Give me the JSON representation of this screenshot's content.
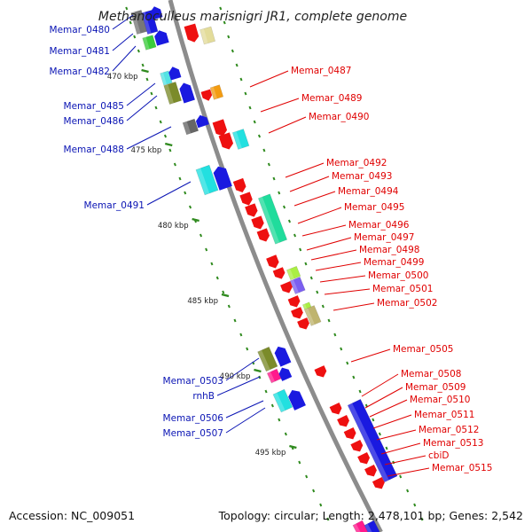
{
  "title": "Methanoculleus marisnigri JR1, complete genome",
  "accession": "Accession: NC_009051",
  "summary": "Topology: circular; Length: 2,478,101 bp; Genes: 2,542",
  "colors": {
    "left_label": "#0a14b4",
    "right_label": "#e00000",
    "backbone": "#8c8c8c",
    "tick": "#2f8a1e"
  },
  "kbp_marks": [
    "470 kbp",
    "475 kbp",
    "480 kbp",
    "485 kbp",
    "490 kbp",
    "495 kbp"
  ],
  "left_labels": [
    "Memar_0480",
    "Memar_0481",
    "Memar_0482",
    "Memar_0485",
    "Memar_0486",
    "Memar_0488",
    "Memar_0491",
    "Memar_0503",
    "rnhB",
    "Memar_0506",
    "Memar_0507"
  ],
  "right_labels": [
    "Memar_0487",
    "Memar_0489",
    "Memar_0490",
    "Memar_0492",
    "Memar_0493",
    "Memar_0494",
    "Memar_0495",
    "Memar_0496",
    "Memar_0497",
    "Memar_0498",
    "Memar_0499",
    "Memar_0500",
    "Memar_0501",
    "Memar_0502",
    "Memar_0505",
    "Memar_0508",
    "Memar_0509",
    "Memar_0510",
    "Memar_0511",
    "Memar_0512",
    "Memar_0513",
    "cbiD",
    "Memar_0515"
  ]
}
